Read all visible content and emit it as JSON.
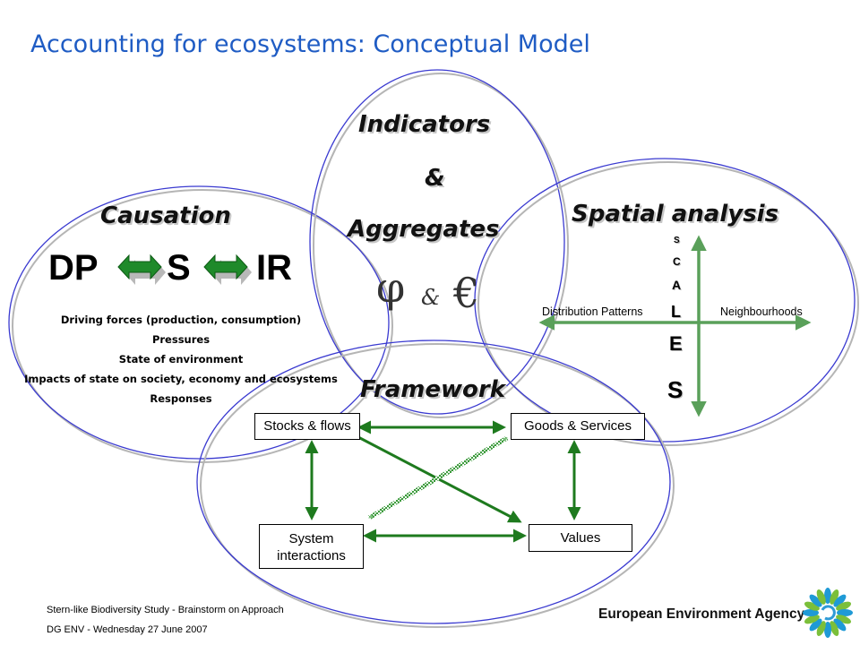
{
  "title": "Accounting for ecosystems: Conceptual Model",
  "indicators": {
    "line1": "Indicators",
    "line2": "&",
    "line3": "Aggregates",
    "phi": "φ",
    "amp": "&",
    "euro": "€"
  },
  "causation": {
    "heading": "Causation",
    "dp": "DP",
    "s": "S",
    "ir": "IR",
    "items": [
      "Driving forces (production, consumption)",
      "Pressures",
      "State of environment",
      "Impacts of state on society, economy and ecosystems",
      "Responses"
    ]
  },
  "spatial": {
    "heading": "Spatial analysis",
    "left_label": "Distribution Patterns",
    "right_label": "Neighbourhoods",
    "scale_letters": [
      "S",
      "C",
      "A",
      "L",
      "E",
      "S"
    ]
  },
  "framework": {
    "heading": "Framework",
    "boxes": {
      "stocks": "Stocks & flows",
      "goods": "Goods & Services",
      "system_line1": "System",
      "system_line2": "interactions",
      "values": "Values"
    }
  },
  "footer": {
    "line1": "Stern-like Biodiversity Study - Brainstorm on Approach",
    "line2": "DG ENV - Wednesday 27 June 2007"
  },
  "brand": {
    "name": "European Environment Agency"
  },
  "colors": {
    "title": "#1f5cc4",
    "circle": "#3a3ad0",
    "arrow_green": "#1e7a1e",
    "axis_green": "#5aa05a"
  }
}
